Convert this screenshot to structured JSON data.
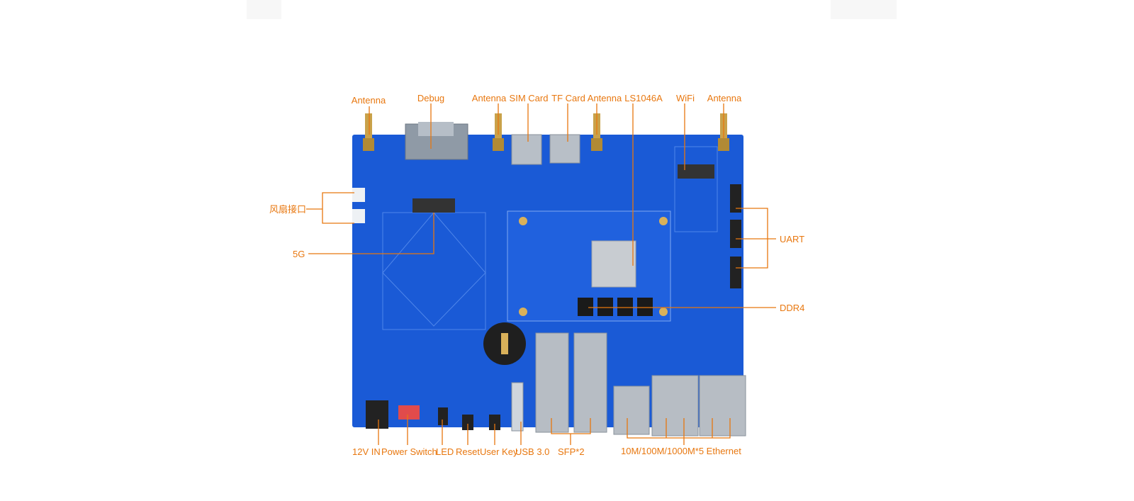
{
  "labels": {
    "antenna_1": "Antenna",
    "debug": "Debug",
    "antenna_2": "Antenna",
    "sim_card": "SIM Card",
    "tf_card": "TF Card",
    "antenna_3": "Antenna",
    "ls1046a": "LS1046A",
    "wifi": "WiFi",
    "antenna_4": "Antenna",
    "fan_interface": "风扇接口",
    "five_g": "5G",
    "uart": "UART",
    "ddr4": "DDR4",
    "power_in": "12V IN",
    "power_switch": "Power Switch",
    "led": "LED",
    "reset": "Reset",
    "user_key": "User Key",
    "usb3": "USB 3.0",
    "sfp": "SFP*2",
    "ethernet": "10M/100M/1000M*5 Ethernet"
  },
  "colors": {
    "label": "#e8770f",
    "leader_line": "#e8770f",
    "board": "#1a5ad6"
  }
}
